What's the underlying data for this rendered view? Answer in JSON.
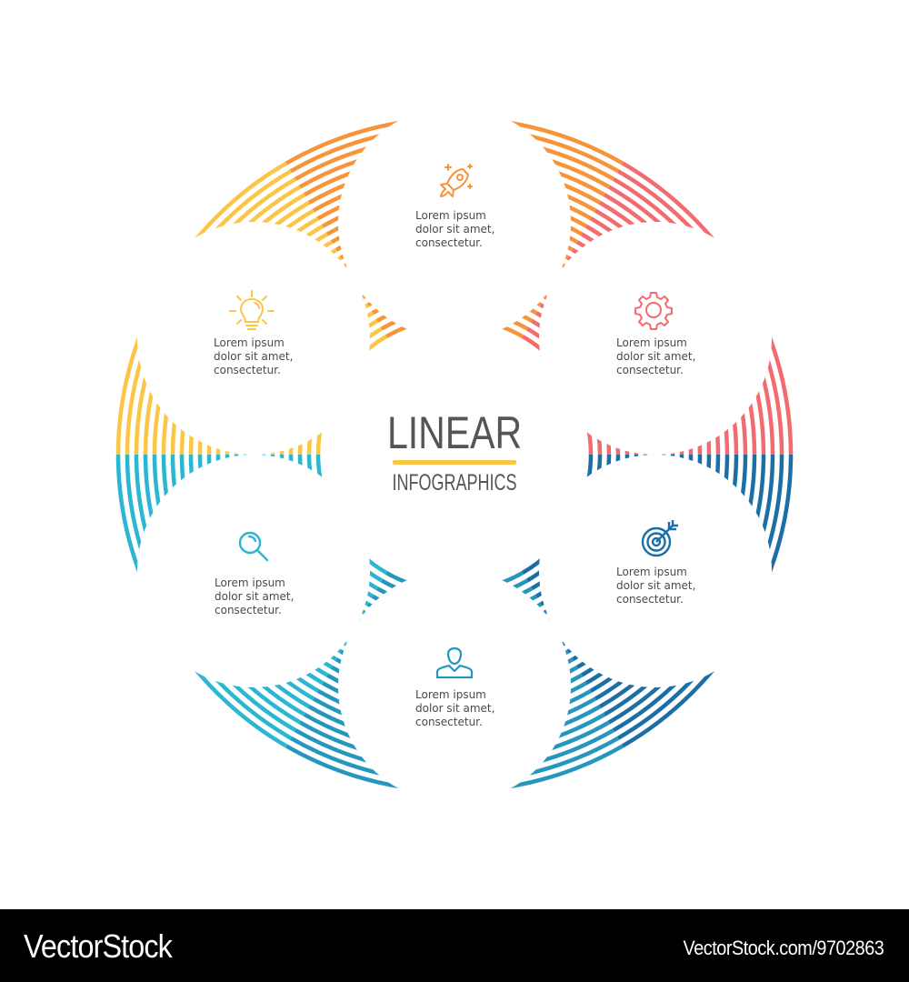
{
  "center": {
    "title": "LINEAR",
    "subtitle": "INFOGRAPHICS",
    "divider_color": "#fbc545"
  },
  "segments": [
    {
      "position": "top",
      "icon": "rocket-icon",
      "color": "#f7943a",
      "text": "Lorem ipsum\ndolor sit amet,\nconsectetur."
    },
    {
      "position": "top-right",
      "icon": "gear-icon",
      "color": "#f26b6f",
      "text": "Lorem ipsum\ndolor sit amet,\nconsectetur."
    },
    {
      "position": "bottom-right",
      "icon": "target-icon",
      "color": "#1b6fa7",
      "text": "Lorem ipsum\ndolor sit amet,\nconsectetur."
    },
    {
      "position": "bottom",
      "icon": "user-icon",
      "color": "#2596be",
      "text": "Lorem ipsum\ndolor sit amet,\nconsectetur."
    },
    {
      "position": "bottom-left",
      "icon": "magnifier-icon",
      "color": "#2bb6d1",
      "text": "Lorem ipsum\ndolor sit amet,\nconsectetur."
    },
    {
      "position": "top-left",
      "icon": "lightbulb-icon",
      "color": "#fbc545",
      "text": "Lorem ipsum\ndolor sit amet,\nconsectetur."
    }
  ],
  "footer": {
    "brand": "VectorStock",
    "url": "VectorStock.com/9702863"
  }
}
